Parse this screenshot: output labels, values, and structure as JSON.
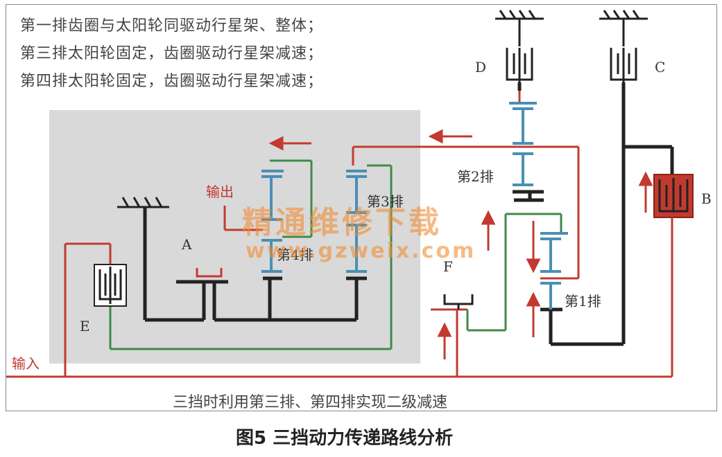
{
  "header": {
    "line1": "第一排齿圈与太阳轮同驱动行星架、整体；",
    "line2": "第三排太阳轮固定，齿圈驱动行星架减速；",
    "line3": "第四排太阳轮固定，齿圈驱动行星架减速；"
  },
  "labels": {
    "D": "D",
    "C": "C",
    "B": "B",
    "A": "A",
    "E": "E",
    "F": "F",
    "row1": "第1排",
    "row2": "第2排",
    "row3": "第3排",
    "row4": "第4排",
    "output": "输出",
    "input": "输入"
  },
  "watermark": {
    "text": "精通维修下载",
    "url": "www.gzweix.com"
  },
  "footnote": "三挡时利用第三排、第四排实现二级减速",
  "caption": "图5 三挡动力传递路线分析",
  "colors": {
    "red": "#c23a2f",
    "blue": "#4a8fb5",
    "green": "#3f8a4a",
    "black": "#222222",
    "gray_panel": "#d9d9d9"
  }
}
